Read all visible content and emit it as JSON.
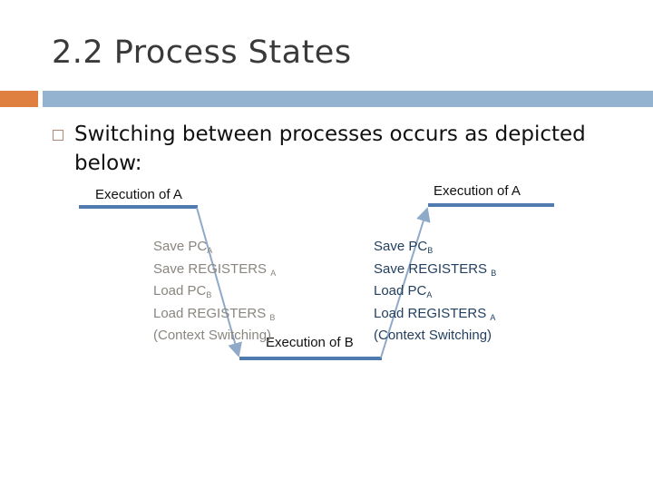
{
  "title": "2.2 Process States",
  "bullet": "Switching between processes occurs as depicted below:",
  "labels": {
    "exec_a_left": "Execution of A",
    "exec_a_right": "Execution of A",
    "exec_b": "Execution of B"
  },
  "left_block": [
    {
      "text": "Save PC",
      "sub": "A"
    },
    {
      "text": "Save REGISTERS ",
      "sub": "A"
    },
    {
      "text": "Load PC",
      "sub": "B"
    },
    {
      "text": "Load REGISTERS ",
      "sub": "B"
    },
    {
      "text": "(Context Switching)",
      "sub": ""
    }
  ],
  "right_block": [
    {
      "text": "Save PC",
      "sub": "B"
    },
    {
      "text": "Save REGISTERS ",
      "sub": "B"
    },
    {
      "text": "Load PC",
      "sub": "A"
    },
    {
      "text": "Load REGISTERS ",
      "sub": "A"
    },
    {
      "text": "(Context Switching)",
      "sub": ""
    }
  ],
  "colors": {
    "accent_orange": "#e08040",
    "accent_blue": "#94b3d1",
    "line": "#4f7bb0",
    "arrow": "#8fa9c9",
    "left_text": "#8a857f",
    "right_text": "#24405f"
  }
}
